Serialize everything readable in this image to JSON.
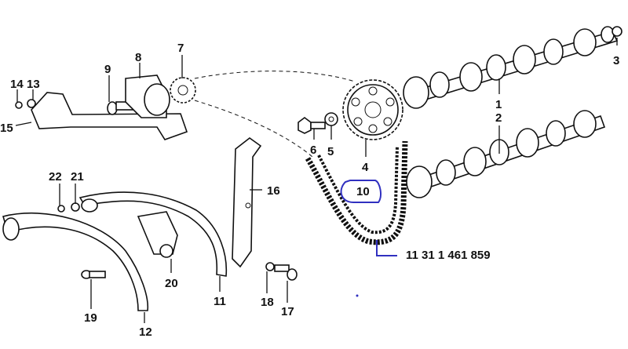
{
  "labels": {
    "p1": "1",
    "p2": "2",
    "p3": "3",
    "p4": "4",
    "p5": "5",
    "p6": "6",
    "p7": "7",
    "p8": "8",
    "p9": "9",
    "p10": "10",
    "p11": "11",
    "p12": "12",
    "p13": "13",
    "p14": "14",
    "p15": "15",
    "p16": "16",
    "p17": "17",
    "p18": "18",
    "p19": "19",
    "p20": "20",
    "p21": "21",
    "p22": "22"
  },
  "part_number": "11 31 1 461 859",
  "colors": {
    "highlight": "#3030c0",
    "ink": "#111111"
  }
}
